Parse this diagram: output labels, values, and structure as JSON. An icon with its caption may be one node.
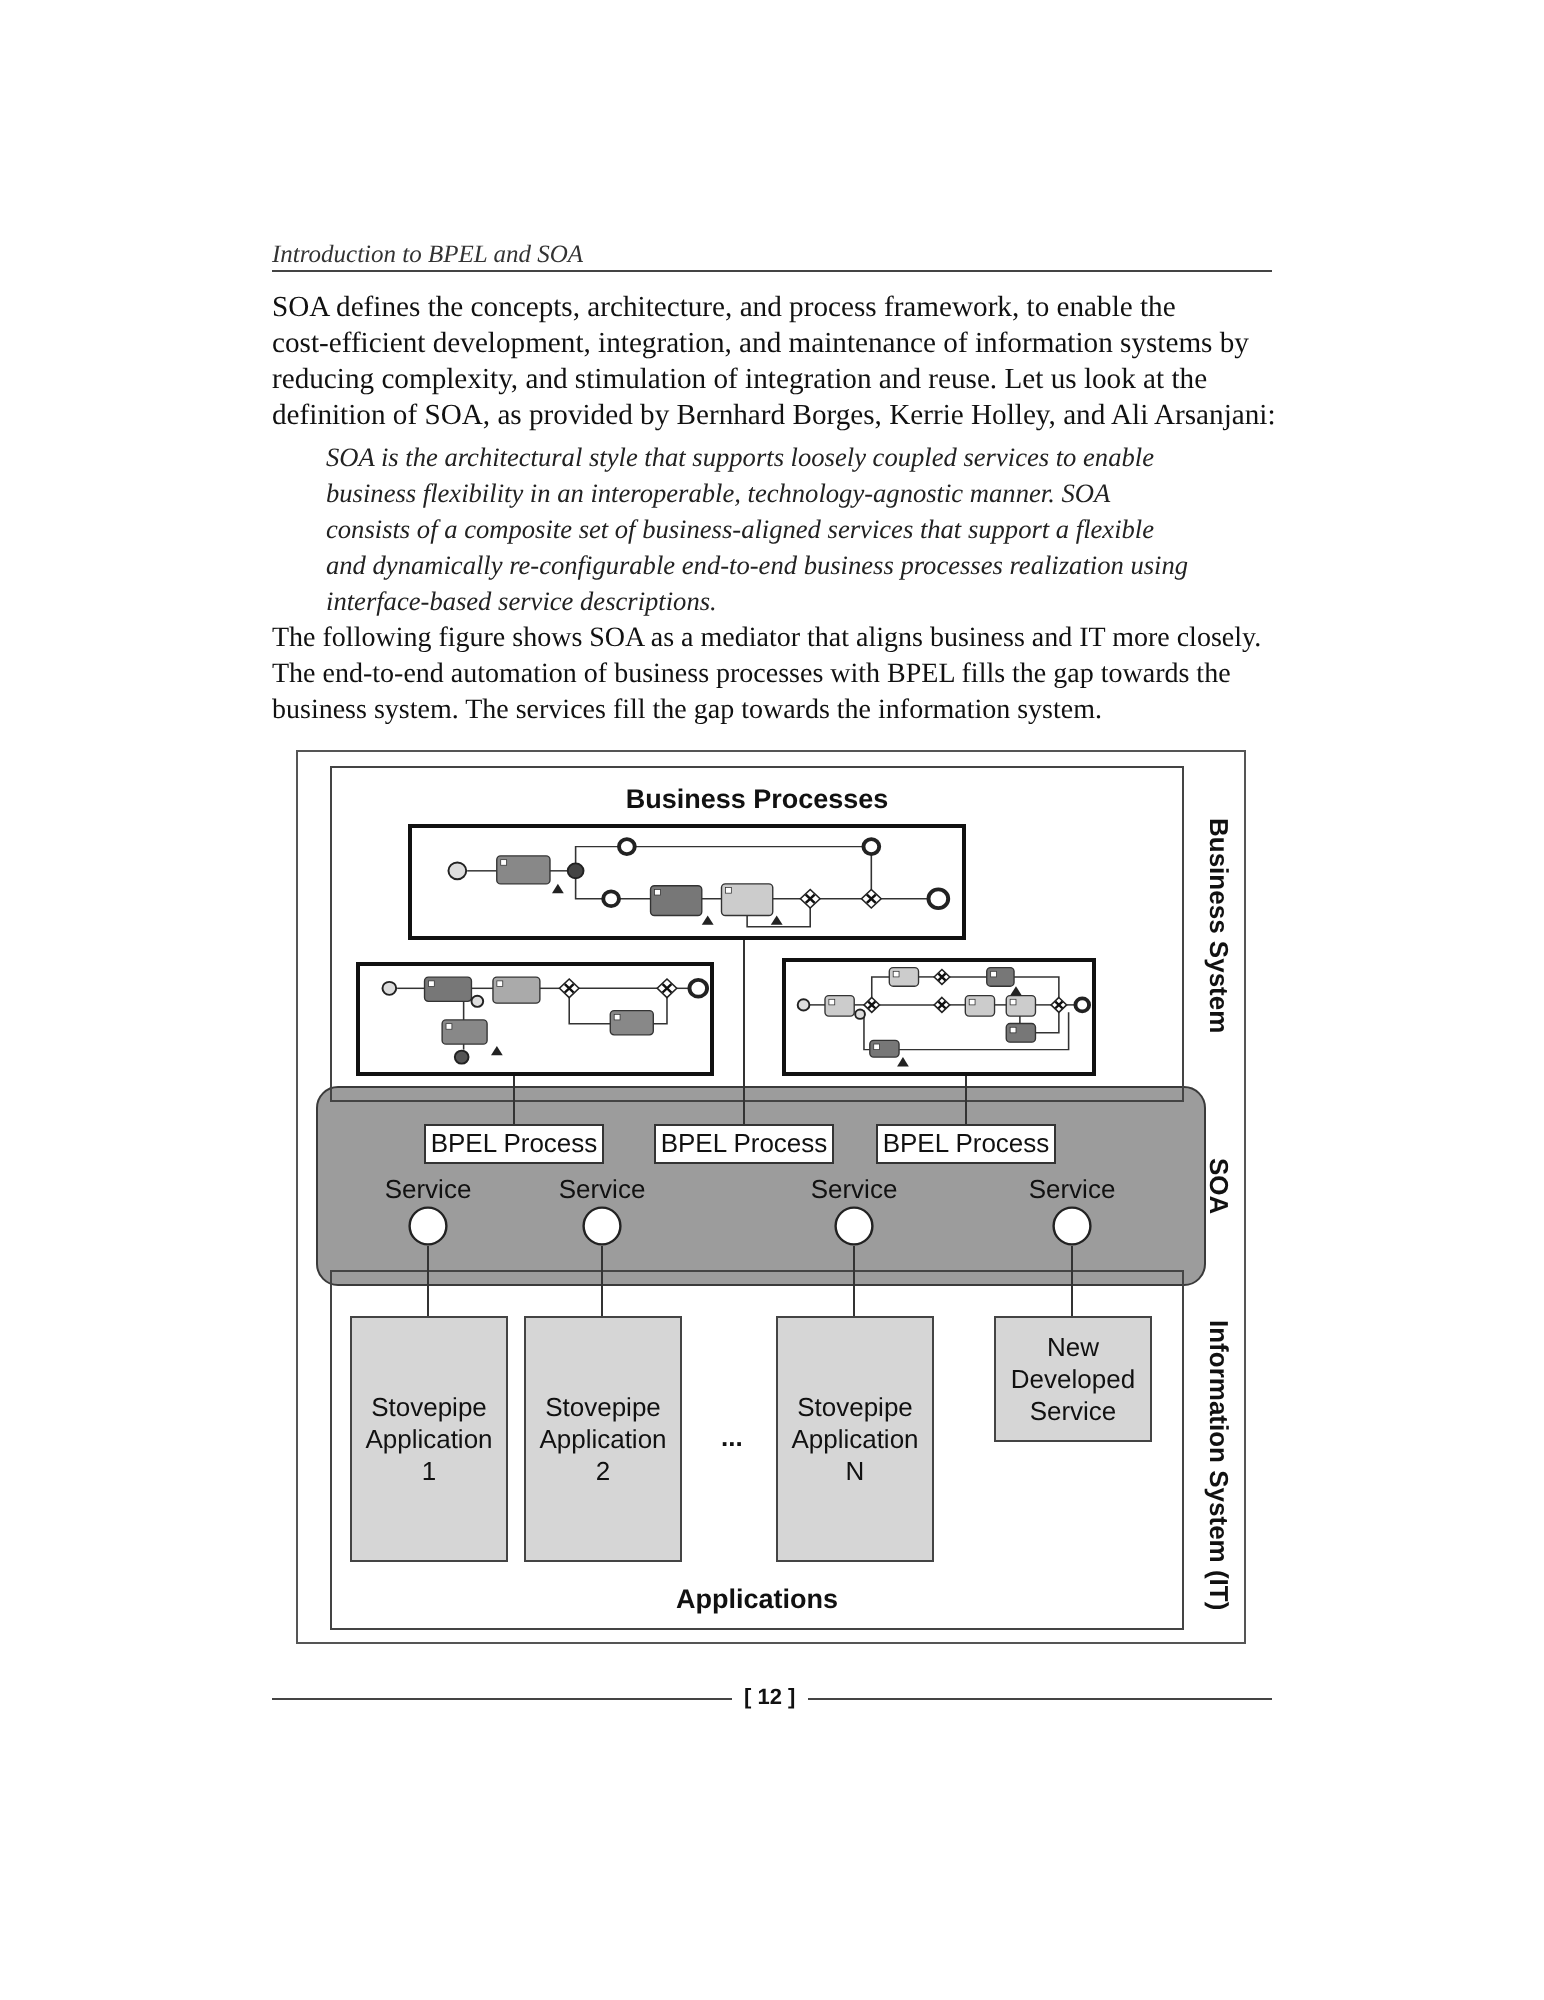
{
  "diagram": {
    "nodes": [
      {
        "text": [
          "Business Processes"
        ],
        "beside": [
          "Business System"
        ]
      },
      {
        "text": [],
        "shape": "picture",
        "in": 0
      },
      {
        "text": [],
        "shape": "picture",
        "in": 0
      },
      {
        "text": [],
        "shape": "picture",
        "in": 0
      },
      {
        "text": [],
        "shape": "band",
        "beside": [
          "SOA"
        ]
      },
      {
        "text": [
          "BPEL Process"
        ],
        "in": 4
      },
      {
        "text": [
          "BPEL Process"
        ],
        "in": 4
      },
      {
        "text": [
          "BPEL Process"
        ],
        "in": 4
      },
      {
        "text": [
          "Service"
        ],
        "in": 4
      },
      {
        "text": [
          "Service"
        ],
        "in": 4
      },
      {
        "text": [
          "Service"
        ],
        "in": 4
      },
      {
        "text": [
          "Service"
        ],
        "in": 4
      },
      {
        "text": [
          "Applications"
        ],
        "beside": [
          "Information System (IT)"
        ]
      },
      {
        "text": [
          "Stovepipe Application 1"
        ],
        "in": 12
      },
      {
        "text": [
          "Stovepipe Application 2"
        ],
        "in": 12
      },
      {
        "text": [
          "Stovepipe Application N"
        ],
        "in": 12
      },
      {
        "text": [
          "New Developed Service"
        ],
        "in": 12
      }
    ],
    "edges": [
      {
        "from": 2,
        "to": 5,
        "arrow": "none"
      },
      {
        "from": 1,
        "to": 6,
        "arrow": "none"
      },
      {
        "from": 3,
        "to": 7,
        "arrow": "none"
      },
      {
        "from": 8,
        "to": 13,
        "arrow": "none"
      },
      {
        "from": 9,
        "to": 14,
        "arrow": "none"
      },
      {
        "from": 10,
        "to": 15,
        "arrow": "none"
      },
      {
        "from": 11,
        "to": 16,
        "arrow": "none"
      }
    ],
    "labels": [
      "Introduction to BPEL and SOA",
      "SOA defines the concepts, architecture, and process framework, to enable the cost-efficient development, integration, and maintenance of information systems by reducing complexity, and stimulation of integration and reuse. Let us look at the definition of SOA, as provided by Bernhard Borges, Kerrie Holley, and Ali Arsanjani:",
      "SOA is the architectural style that supports loosely coupled services to enable business flexibility in an interoperable, technology-agnostic manner. SOA consists of a composite set of business-aligned services that support a flexible and dynamically re-configurable end-to-end business processes realization using interface-based service descriptions.",
      "The following figure shows SOA as a mediator that aligns business and IT more closely. The end-to-end automation of business processes with BPEL fills the gap towards the business system. The services fill the gap towards the information system.",
      "...",
      "[ 12 ]"
    ]
  }
}
